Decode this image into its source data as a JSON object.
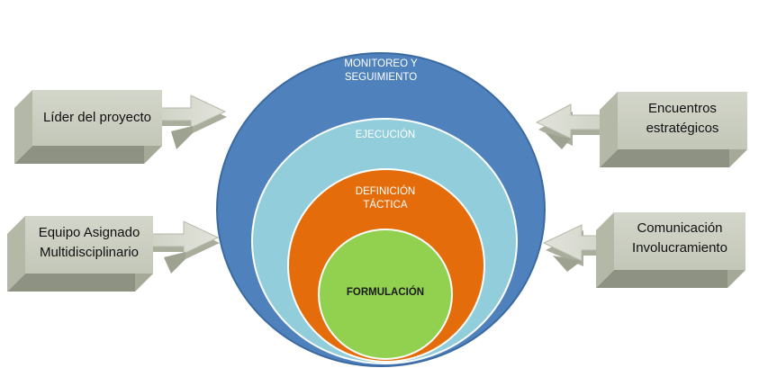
{
  "diagram": {
    "rings": [
      {
        "id": "outer",
        "lines": [
          "MONITOREO Y",
          "SEGUIMIENTO"
        ],
        "color": "#4f81bd",
        "text_color": "#ffffff"
      },
      {
        "id": "second",
        "lines": [
          "EJECUCIÓN",
          ""
        ],
        "color": "#92cddc",
        "text_color": "#ffffff"
      },
      {
        "id": "third",
        "lines": [
          "DEFINICIÓN",
          "TÁCTICA"
        ],
        "color": "#e46c0a",
        "text_color": "#ffffff"
      },
      {
        "id": "inner",
        "lines": [
          "FORMULACIÓN",
          ""
        ],
        "color": "#92d050",
        "text_color": "#1a1a1a"
      }
    ],
    "boxes": [
      {
        "id": "lider",
        "lines": [
          "Líder del proyecto",
          ""
        ]
      },
      {
        "id": "equipo",
        "lines": [
          "Equipo Asignado",
          "Multidisciplinario"
        ]
      },
      {
        "id": "encuentros",
        "lines": [
          "Encuentros",
          "estratégicos"
        ]
      },
      {
        "id": "comunicacion",
        "lines": [
          "Comunicación",
          "Involucramiento"
        ]
      }
    ],
    "box_color": "#c9cdbf"
  }
}
